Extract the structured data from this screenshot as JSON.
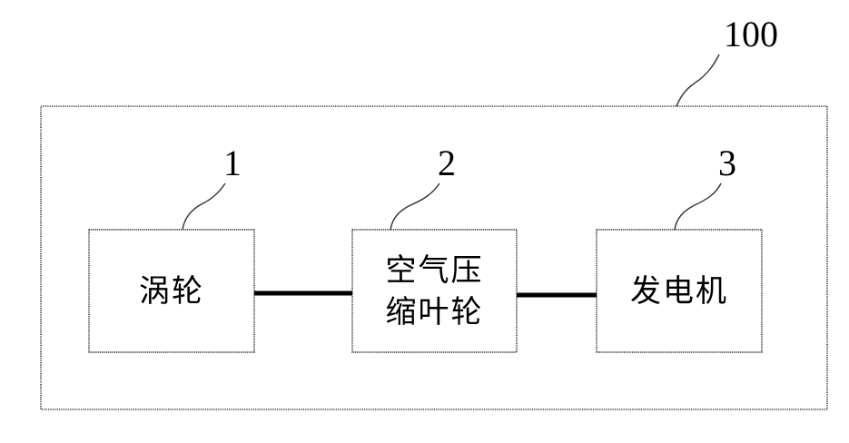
{
  "diagram": {
    "outer": {
      "ref": "100"
    },
    "components": [
      {
        "ref": "1",
        "label": "涡轮"
      },
      {
        "ref": "2",
        "label": "空气压\n缩叶轮"
      },
      {
        "ref": "3",
        "label": "发电机"
      }
    ]
  }
}
